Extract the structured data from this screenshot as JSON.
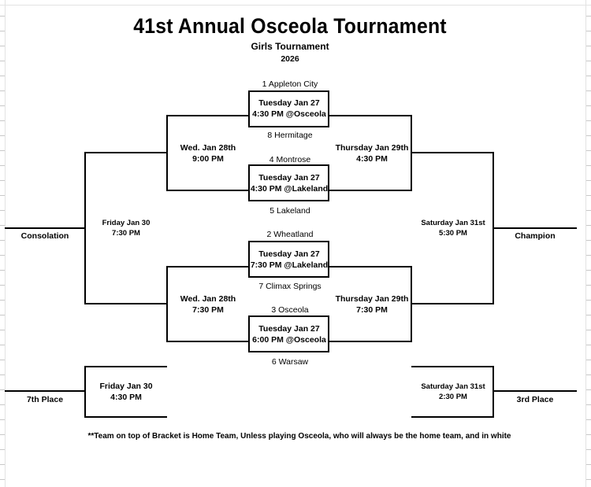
{
  "header": {
    "title": "41st Annual Osceola Tournament",
    "subtitle": "Girls Tournament",
    "year": "2026"
  },
  "teams": {
    "t1": "1 Appleton City",
    "t8": "8 Hermitage",
    "t4": "4 Montrose",
    "t5": "5 Lakeland",
    "t2": "2 Wheatland",
    "t7": "7 Climax Springs",
    "t3": "3 Osceola",
    "t6": "6 Warsaw"
  },
  "games": {
    "g1": [
      "Tuesday Jan 27",
      "4:30 PM @Osceola"
    ],
    "g2": [
      "Tuesday Jan 27",
      "4:30 PM @Lakeland"
    ],
    "g3": [
      "Tuesday Jan 27",
      "7:30 PM @Lakeland"
    ],
    "g4": [
      "Tuesday Jan 27",
      "6:00 PM @Osceola"
    ],
    "semi_left_top": [
      "Wed. Jan 28th",
      "9:00 PM"
    ],
    "semi_right_top": [
      "Thursday Jan 29th",
      "4:30 PM"
    ],
    "semi_left_bottom": [
      "Wed. Jan 28th",
      "7:30 PM"
    ],
    "semi_right_bottom": [
      "Thursday Jan 29th",
      "7:30 PM"
    ],
    "consolation": [
      "Friday Jan 30",
      "7:30 PM"
    ],
    "championship": [
      "Saturday Jan 31st",
      "5:30 PM"
    ],
    "seventh": [
      "Friday Jan 30",
      "4:30 PM"
    ],
    "third": [
      "Saturday Jan 31st",
      "2:30 PM"
    ]
  },
  "places": {
    "consolation": "Consolation",
    "champion": "Champion",
    "seventh": "7th Place",
    "third": "3rd Place"
  },
  "footnote": "**Team on top of Bracket is Home Team, Unless playing Osceola, who will always be the home team, and in white"
}
